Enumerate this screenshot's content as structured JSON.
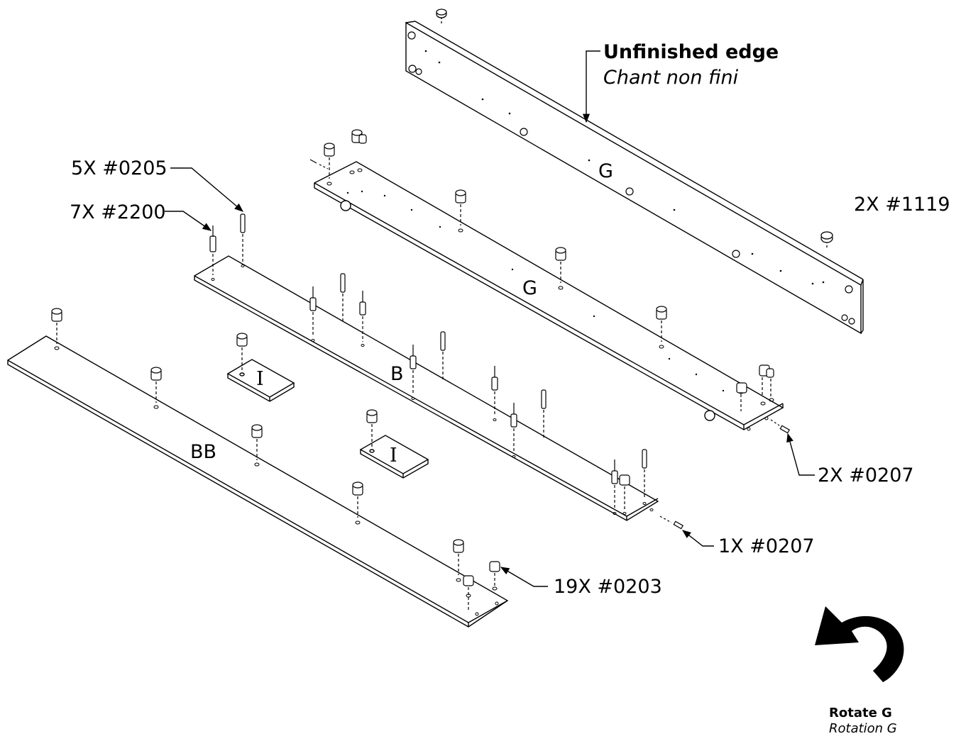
{
  "header_note": {
    "title": "Unfinished edge",
    "subtitle": "Chant non fini"
  },
  "callouts": {
    "c0205": "5X #0205",
    "c2200": "7X #2200",
    "c1119": "2X #1119",
    "c0207_g": "2X #0207",
    "c0207_b": "1X #0207",
    "c0203": "19X #0203"
  },
  "parts": {
    "g_upper": "G",
    "g_lower": "G",
    "b": "B",
    "bb": "BB",
    "i_left": "I",
    "i_right": "I"
  },
  "rotate": {
    "title": "Rotate G",
    "subtitle": "Rotation G"
  },
  "colors": {
    "line": "#000000",
    "background": "#ffffff",
    "hardware_fill": "#ffffff",
    "arrow_fill": "#000000"
  }
}
